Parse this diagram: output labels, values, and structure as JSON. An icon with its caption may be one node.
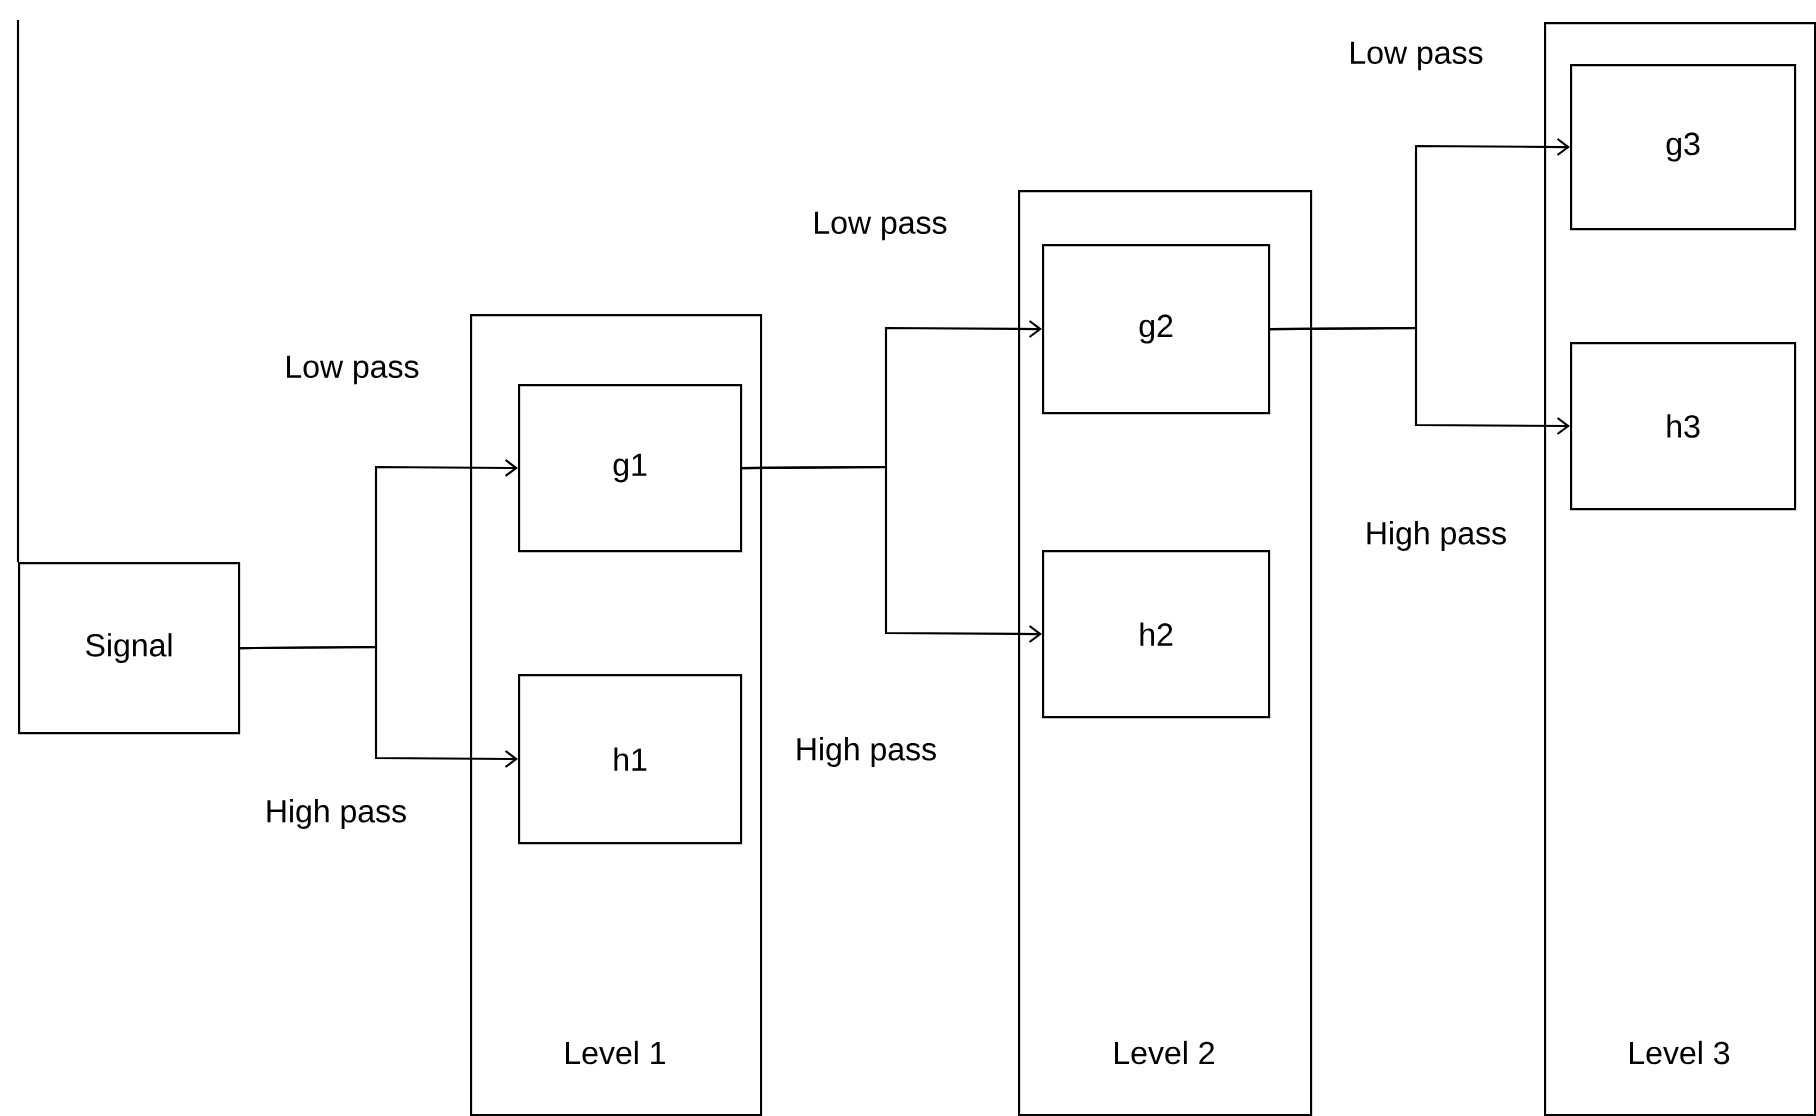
{
  "diagram": {
    "nodes": [
      {
        "text": [
          "Signal"
        ]
      },
      {
        "text": [
          "Level 1"
        ]
      },
      {
        "text": [
          "g1"
        ],
        "in": 1
      },
      {
        "text": [
          "h1"
        ],
        "in": 1
      },
      {
        "text": [
          "Level 2"
        ]
      },
      {
        "text": [
          "g2"
        ],
        "in": 4
      },
      {
        "text": [
          "h2"
        ],
        "in": 4
      },
      {
        "text": [
          "Level 3"
        ]
      },
      {
        "text": [
          "g3"
        ],
        "in": 7
      },
      {
        "text": [
          "h3"
        ],
        "in": 7
      }
    ],
    "edges": [
      {
        "from": 0,
        "to": 2,
        "arrow": "to",
        "label": "Low pass"
      },
      {
        "from": 0,
        "to": 3,
        "arrow": "to",
        "label": "High pass"
      },
      {
        "from": 2,
        "to": 5,
        "arrow": "to",
        "label": "Low pass"
      },
      {
        "from": 2,
        "to": 6,
        "arrow": "to",
        "label": "High pass"
      },
      {
        "from": 5,
        "to": 8,
        "arrow": "to",
        "label": "Low pass"
      },
      {
        "from": 5,
        "to": 9,
        "arrow": "to",
        "label": "High pass"
      }
    ]
  }
}
